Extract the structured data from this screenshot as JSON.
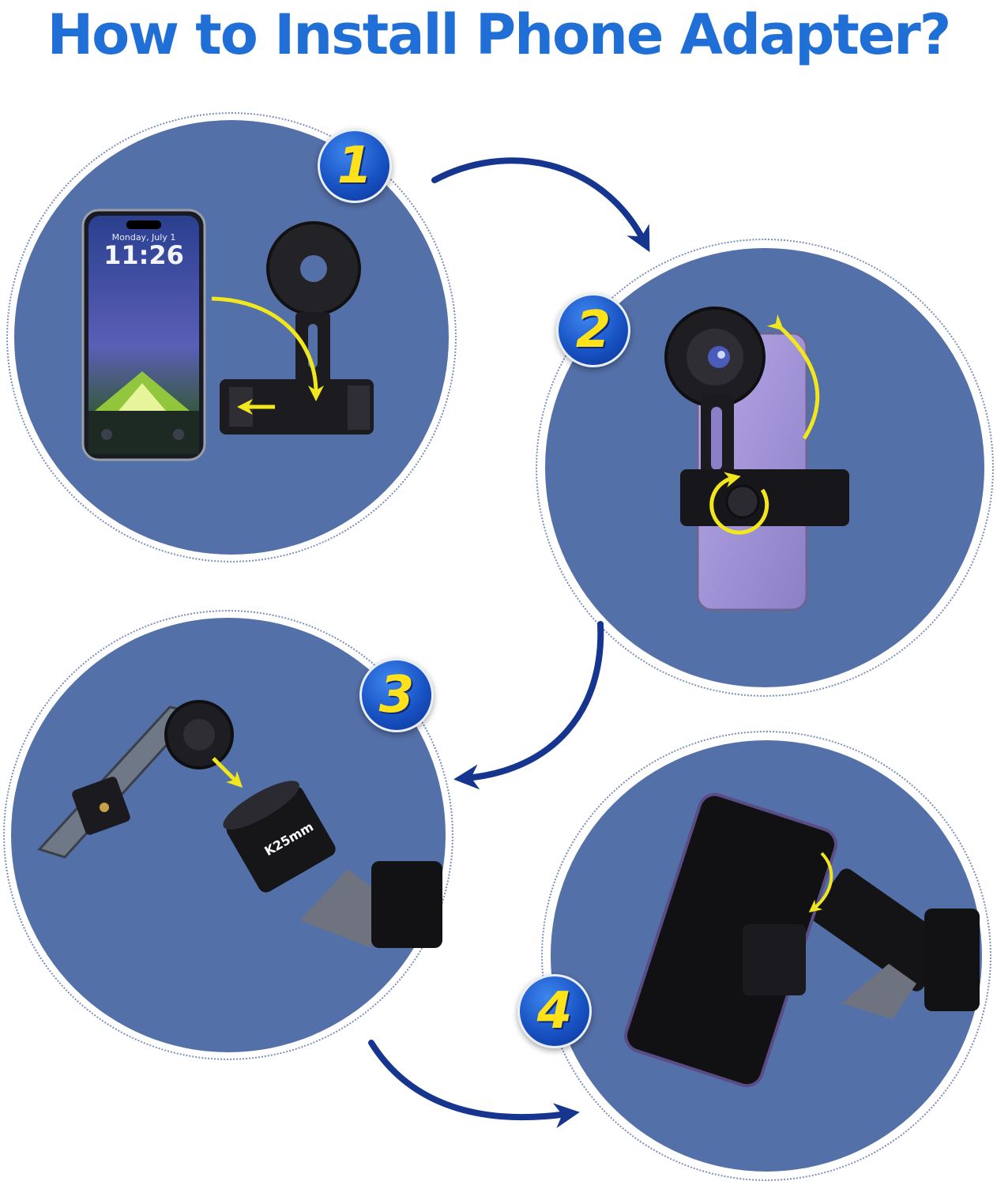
{
  "header": {
    "title": "How to Install Phone Adapter?"
  },
  "steps": [
    {
      "number": "1"
    },
    {
      "number": "2"
    },
    {
      "number": "3"
    },
    {
      "number": "4"
    }
  ],
  "phone_screen": {
    "date": "Monday, July 1",
    "time": "11:26"
  },
  "eyepiece": {
    "label": "K25mm"
  },
  "colors": {
    "title": "#1f6fd6",
    "disc": "#5470a8",
    "arrow": "#16358f",
    "badge": "#1853c4",
    "badge_number": "#ffe21a",
    "hint_arrow": "#f2e61c"
  }
}
